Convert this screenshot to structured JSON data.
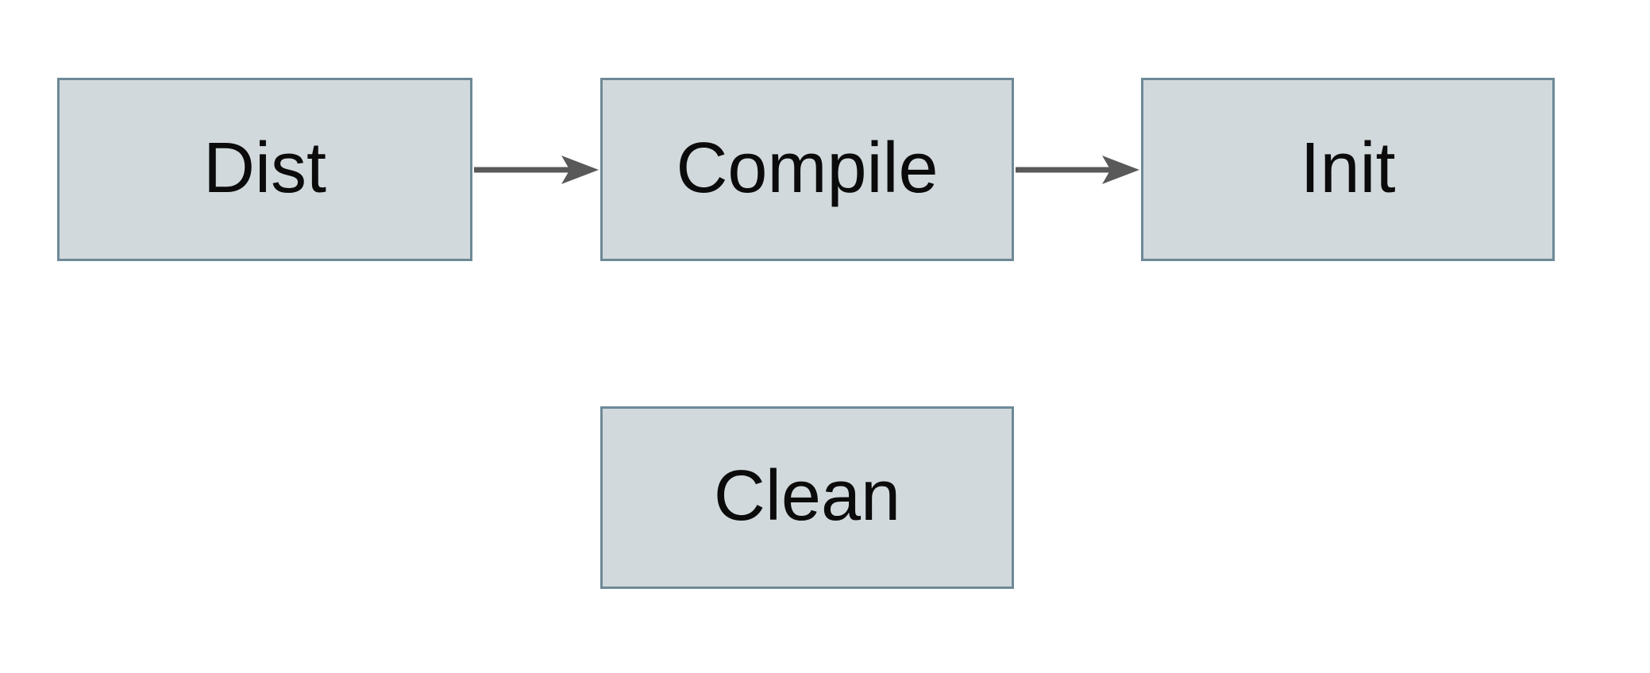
{
  "theme": {
    "bg": "#ffffff",
    "node_fill": "#d2d9dc",
    "node_border": "#6e8997",
    "arrow_color": "#595959",
    "text_color": "#0b0b0b"
  },
  "diagram": {
    "nodes": [
      {
        "id": "dist",
        "label": "Dist"
      },
      {
        "id": "compile",
        "label": "Compile"
      },
      {
        "id": "init",
        "label": "Init"
      },
      {
        "id": "clean",
        "label": "Clean"
      }
    ],
    "edges": [
      {
        "from": "Dist",
        "to": "Compile"
      },
      {
        "from": "Compile",
        "to": "Init"
      }
    ]
  }
}
